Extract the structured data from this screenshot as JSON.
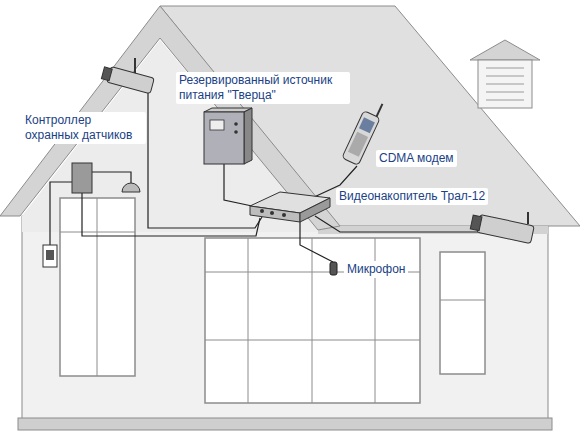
{
  "diagram": {
    "labels": [
      "Контроллер охранных датчиков",
      "Резервированный источник питания \"Тверца\"",
      "CDMA модем",
      "Видеонакопитель Трал-12",
      "Микрофон"
    ]
  }
}
